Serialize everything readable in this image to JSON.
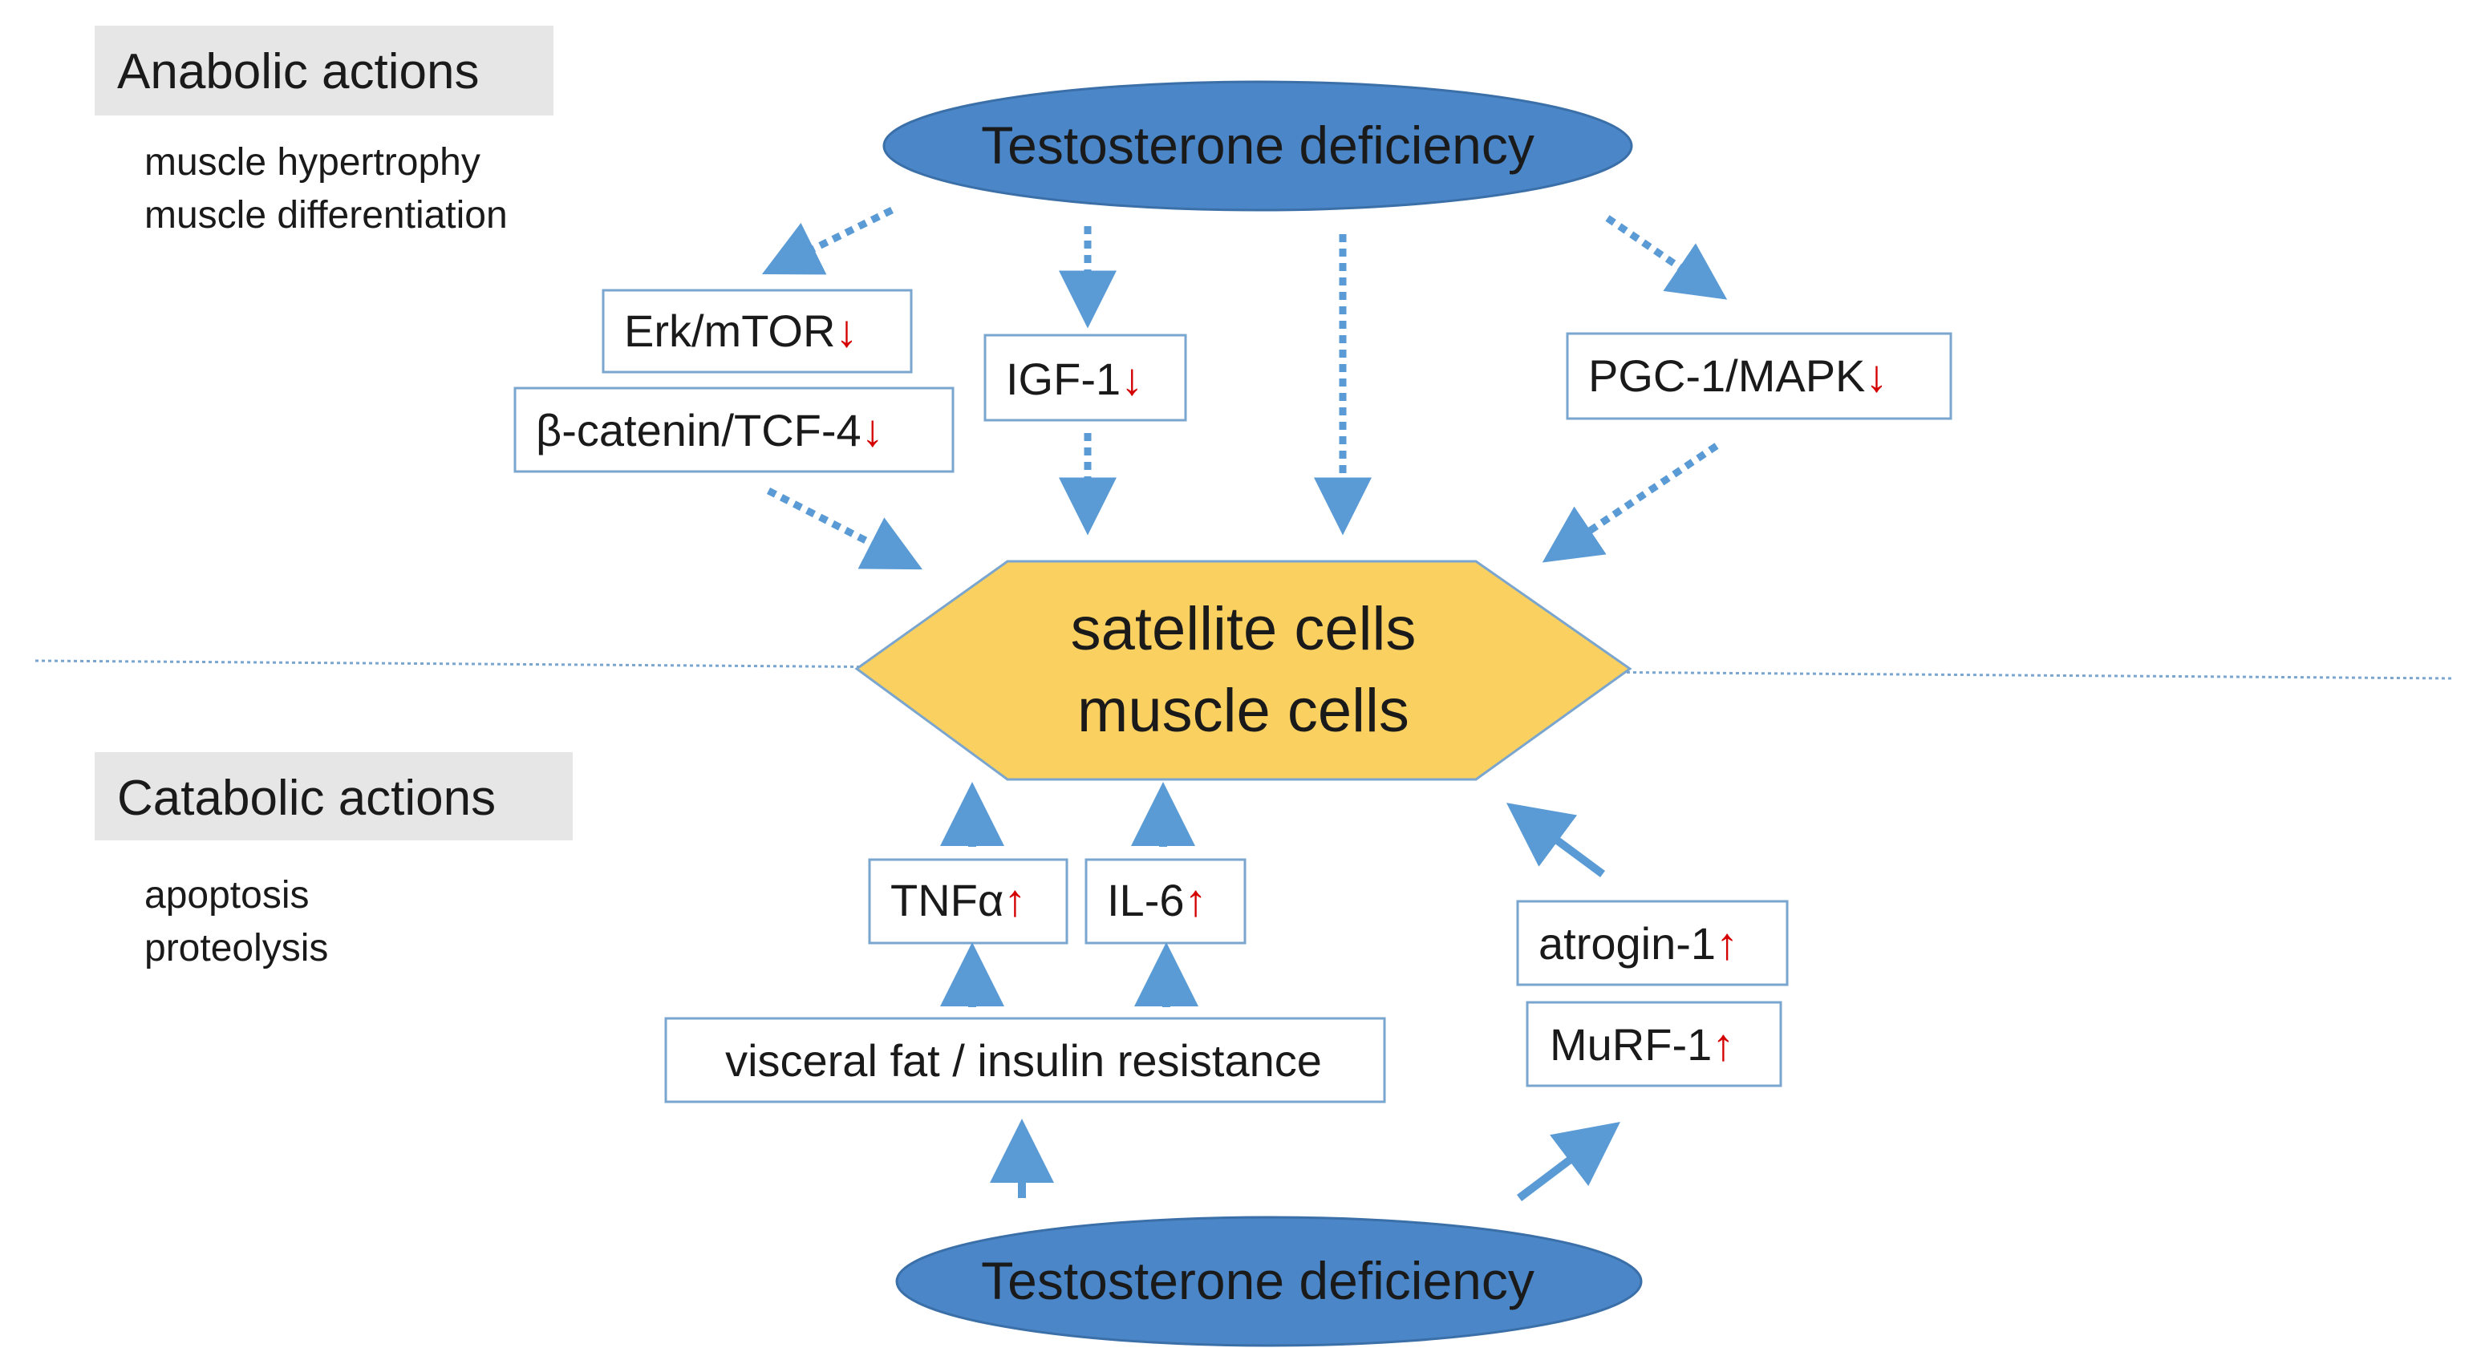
{
  "anabolic": {
    "heading": "Anabolic actions",
    "effect_1": "muscle hypertrophy",
    "effect_2": "muscle differentiation"
  },
  "catabolic": {
    "heading": "Catabolic actions",
    "effect_1": "apoptosis",
    "effect_2": "proteolysis"
  },
  "top_source": "Testosterone deficiency",
  "bottom_source": "Testosterone deficiency",
  "target": {
    "line_1": "satellite cells",
    "line_2": "muscle cells"
  },
  "anabolic_mediators": {
    "erk_mtor": "Erk/mTOR",
    "beta_catenin": "β-catenin/TCF-4",
    "igf1": "IGF-1",
    "pgc1_mapk": "PGC-1/MAPK"
  },
  "catabolic_mediators": {
    "tnf": "TNFα",
    "il6": "IL-6",
    "visceral_fat": "visceral fat / insulin resistance",
    "atrogin": "atrogin-1",
    "murf": "MuRF-1"
  },
  "indicators": {
    "down": "↓",
    "up": "↑"
  },
  "colors": {
    "ellipse_fill": "#4a86c8",
    "arrow": "#5b9bd5",
    "box_border": "#7aa5cf",
    "hexagon_fill": "#fad161",
    "heading_bg": "#e6e6e6",
    "change_indicator": "#d40000"
  }
}
